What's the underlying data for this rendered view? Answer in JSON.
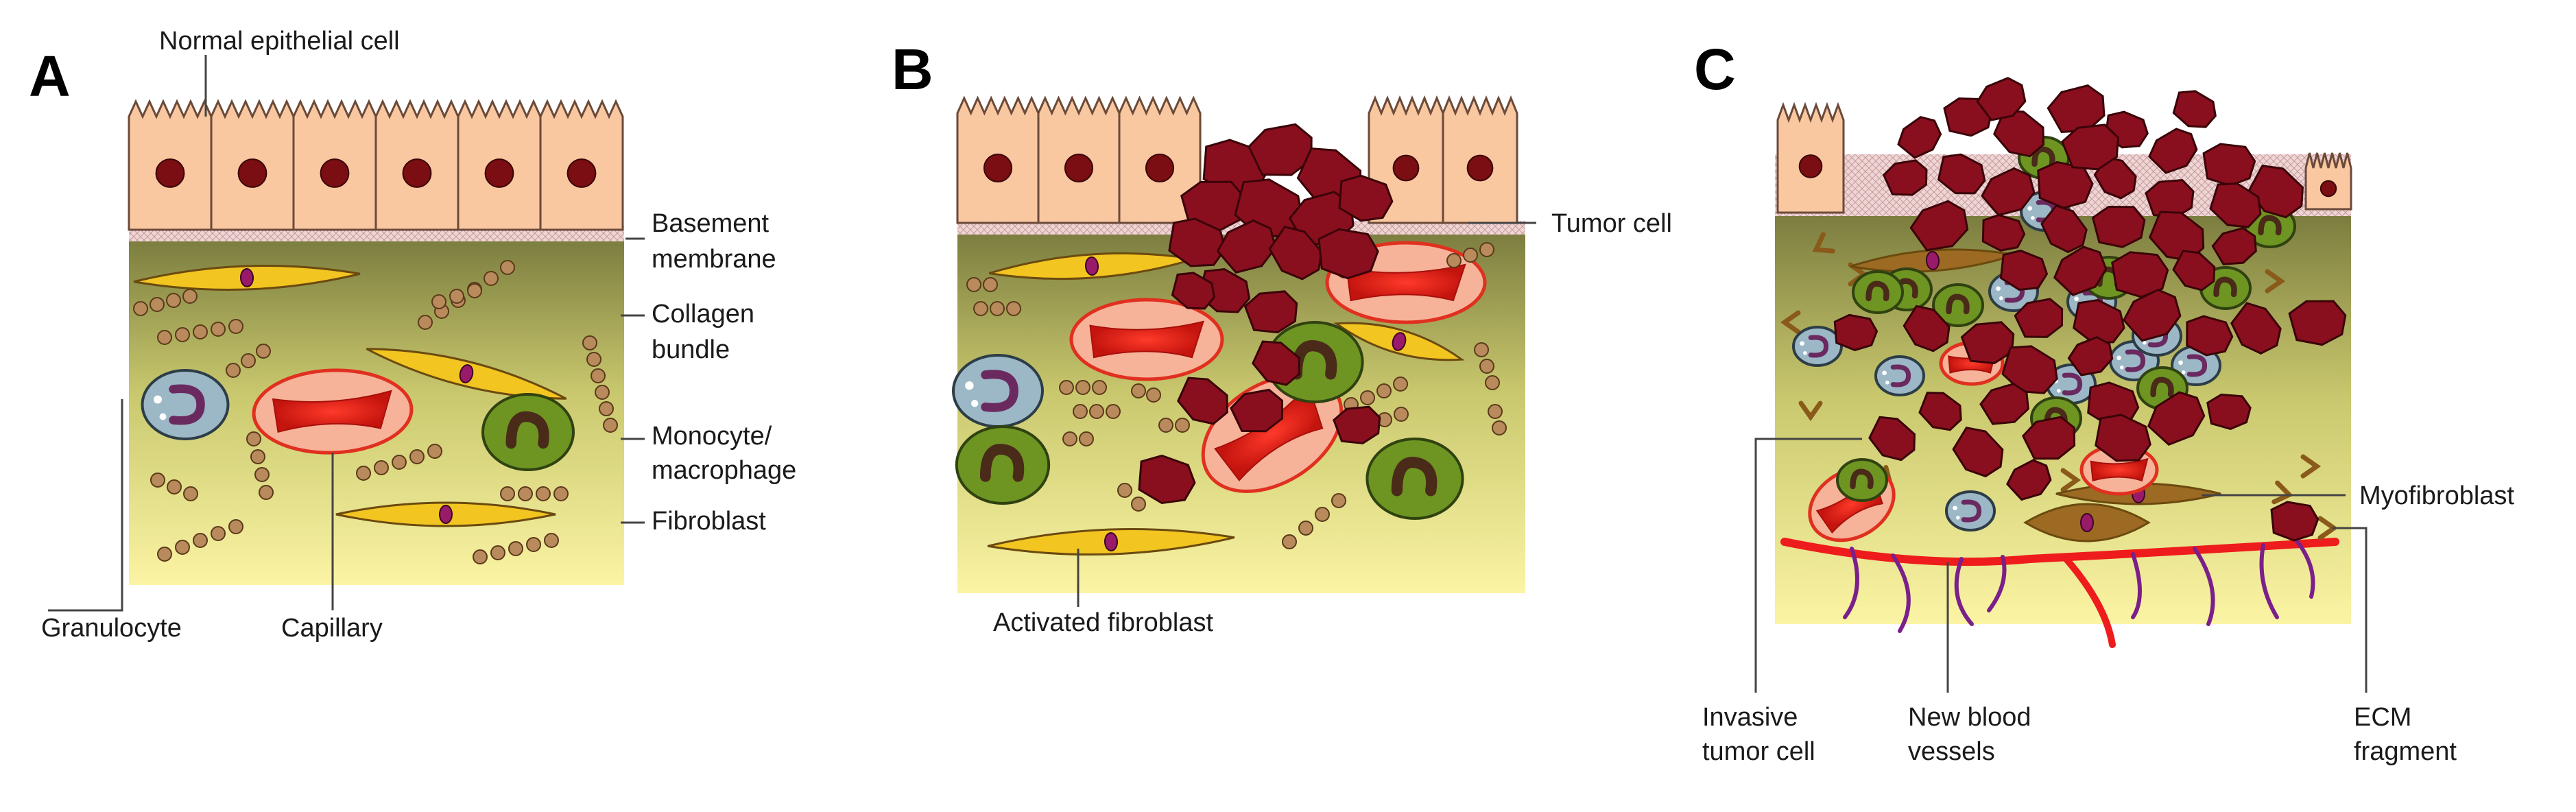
{
  "panels": [
    {
      "id": "A",
      "letter": "A",
      "labels": {
        "normal_epithelial_cell": "Normal epithelial cell",
        "basement_membrane_1": "Basement",
        "basement_membrane_2": "membrane",
        "collagen_bundle_1": "Collagen",
        "collagen_bundle_2": "bundle",
        "monocyte_1": "Monocyte/",
        "monocyte_2": "macrophage",
        "fibroblast": "Fibroblast",
        "granulocyte": "Granulocyte",
        "capillary": "Capillary"
      }
    },
    {
      "id": "B",
      "letter": "B",
      "labels": {
        "tumor_cell": "Tumor cell",
        "activated_fibroblast": "Activated fibroblast"
      }
    },
    {
      "id": "C",
      "letter": "C",
      "labels": {
        "myofibroblast": "Myofibroblast",
        "invasive_1": "Invasive",
        "invasive_2": "tumor cell",
        "new_vessels_1": "New blood",
        "new_vessels_2": "vessels",
        "ecm_1": "ECM",
        "ecm_2": "fragment"
      }
    }
  ],
  "colors": {
    "epithelial_cell": "#f9c8a0",
    "epithelial_nucleus": "#7a0e12",
    "basement_membrane": "#e9c8c8",
    "stroma_top": "#7a7c3e",
    "stroma_bottom": "#fbf4a4",
    "fibroblast": "#f2c521",
    "myofibroblast": "#9c6a22",
    "collagen": "#b98a5c",
    "capillary": "#e8201a",
    "granulocyte": "#9cb7c6",
    "monocyte": "#6e9422",
    "tumor_cell": "#8a0f1e",
    "new_vessel": "#ee1c1c",
    "new_vessel_branch": "#7b1f8a"
  }
}
